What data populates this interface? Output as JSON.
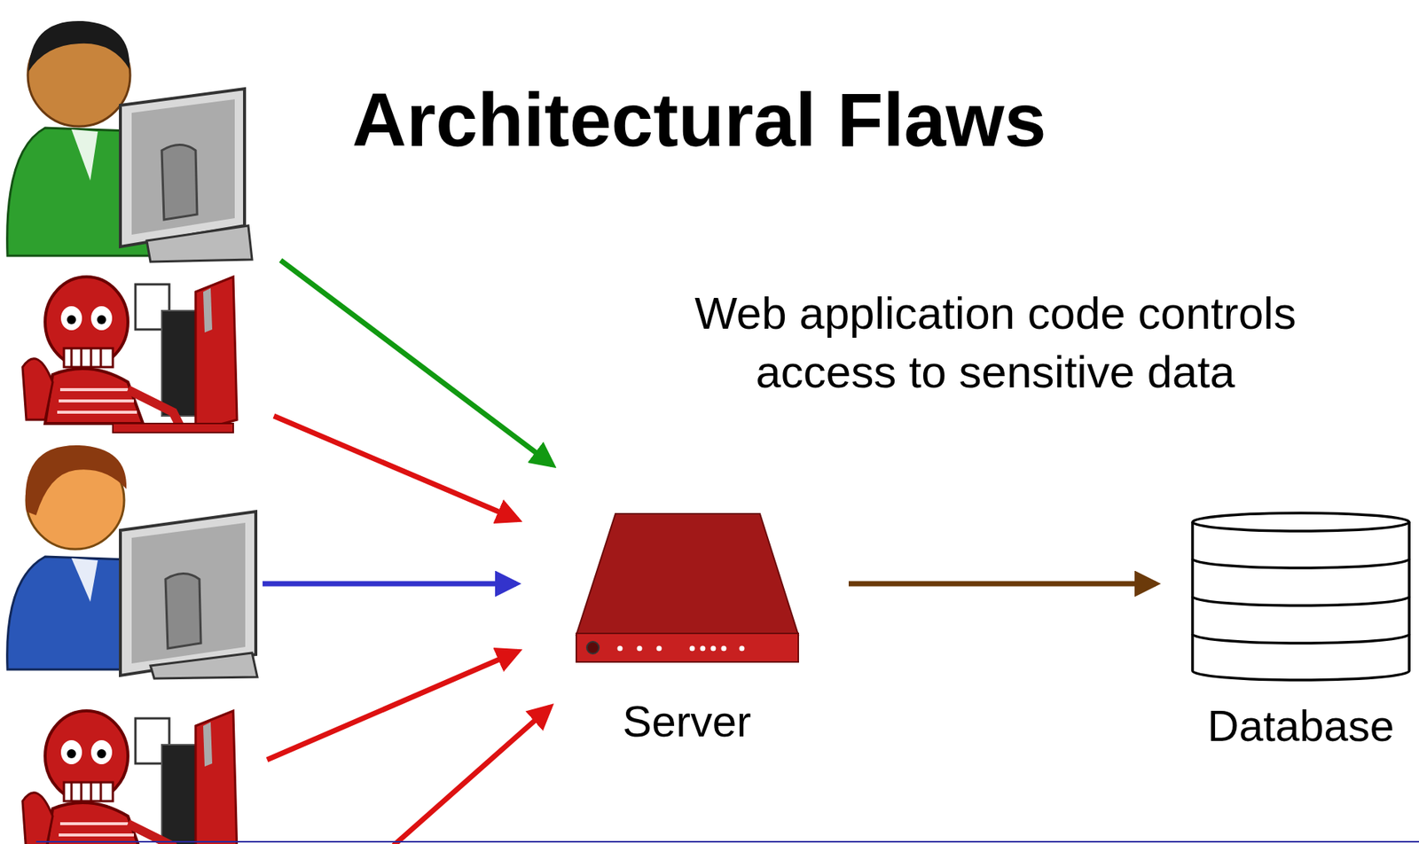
{
  "diagram": {
    "title": "Architectural Flaws",
    "nodes": [
      {
        "text": [
          "Server"
        ]
      },
      {
        "text": [
          "Database"
        ]
      }
    ],
    "edges": [
      {
        "from": 0,
        "to": 1,
        "arrow": "to"
      }
    ],
    "labels": [
      "Web application code controls access to sensitive data"
    ]
  }
}
